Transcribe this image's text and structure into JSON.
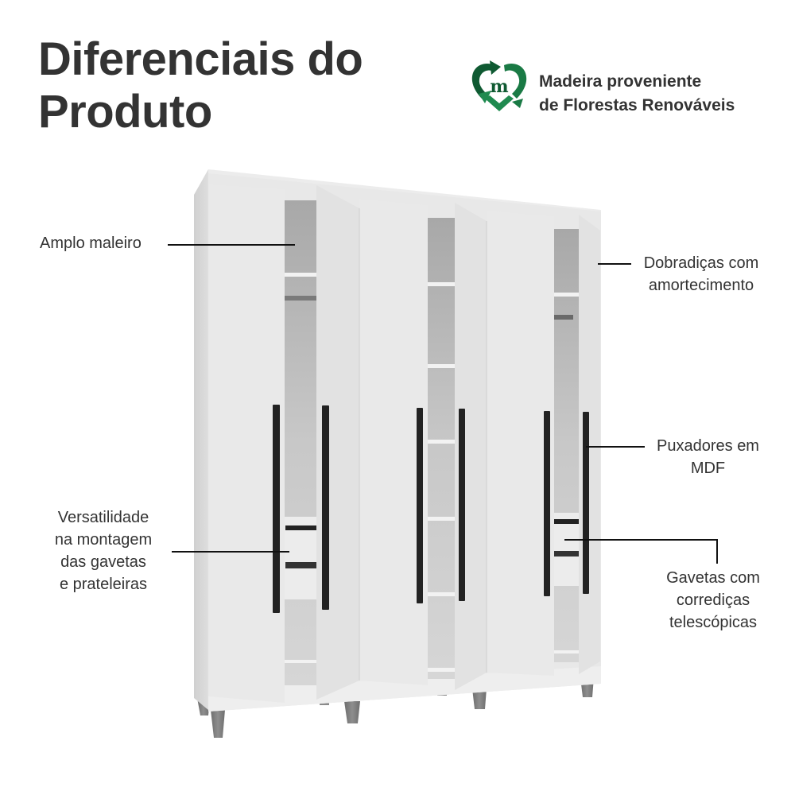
{
  "header": {
    "title_line1": "Diferenciais do",
    "title_line2": "Produto"
  },
  "eco_badge": {
    "icon": "recycle-heart-m-icon",
    "icon_letter": "m",
    "line1": "Madeira proveniente",
    "line2": "de Florestas Renováveis",
    "color_dark": "#0f5a32",
    "color_light": "#1f8a4f"
  },
  "callouts": {
    "maleiro": {
      "line1": "Amplo maleiro"
    },
    "dobradicas": {
      "line1": "Dobradiças com",
      "line2": "amortecimento"
    },
    "puxadores": {
      "line1": "Puxadores em",
      "line2": "MDF"
    },
    "versatilidade": {
      "line1": "Versatilidade",
      "line2": "na montagem",
      "line3": "das gavetas",
      "line4": "e prateleiras"
    },
    "gavetas": {
      "line1": "Gavetas com",
      "line2": "corrediças",
      "line3": "telescópicas"
    }
  },
  "product": {
    "type": "wardrobe",
    "color": "#e6e6e6",
    "handle_color": "#222222",
    "feet_color": "#808080"
  }
}
